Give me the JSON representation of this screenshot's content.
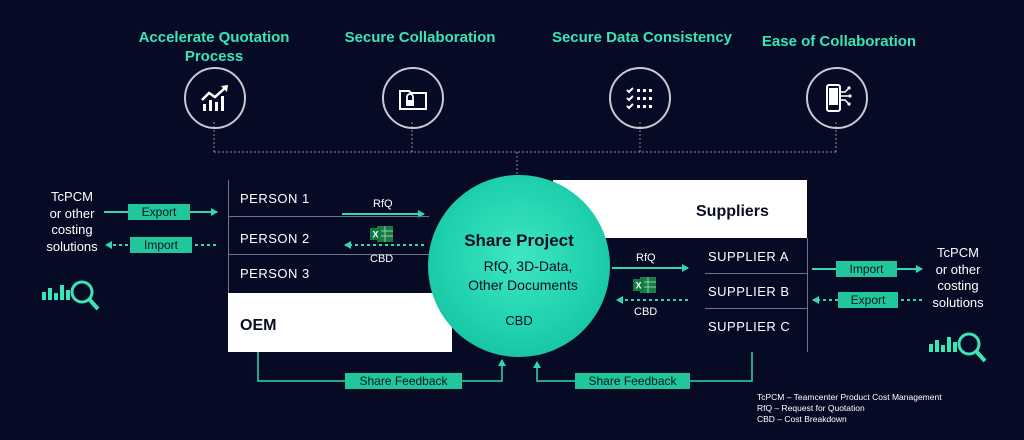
{
  "benefits": [
    {
      "title": "Accelerate Quotation Process",
      "icon": "chart-up-icon"
    },
    {
      "title": "Secure Collaboration",
      "icon": "locked-folder-icon"
    },
    {
      "title": "Secure Data Consistency",
      "icon": "checklist-grid-icon"
    },
    {
      "title": "Ease of Collaboration",
      "icon": "mobile-network-icon"
    }
  ],
  "left_tool": {
    "line1": "TcPCM",
    "line2": "or other",
    "line3": "costing",
    "line4": "solutions"
  },
  "right_tool": {
    "line1": "TcPCM",
    "line2": "or other",
    "line3": "costing",
    "line4": "solutions"
  },
  "left_tags": {
    "export": "Export",
    "import": "Import"
  },
  "right_tags": {
    "import": "Import",
    "export": "Export"
  },
  "oem": {
    "title": "OEM",
    "persons": [
      "PERSON 1",
      "PERSON 2",
      "PERSON 3"
    ]
  },
  "suppliers": {
    "title": "Suppliers",
    "items": [
      "SUPPLIER A",
      "SUPPLIER B",
      "SUPPLIER C"
    ]
  },
  "center": {
    "title": "Share Project",
    "line1": "RfQ, 3D-Data,",
    "line2": "Other Documents",
    "cbd": "CBD"
  },
  "flows": {
    "rfq_left": "RfQ",
    "cbd_left": "CBD",
    "rfq_right": "RfQ",
    "cbd_right": "CBD"
  },
  "feedback": {
    "left": "Share Feedback",
    "right": "Share Feedback"
  },
  "legend": [
    "TcPCM – Teamcenter Product Cost Management",
    "RfQ – Request for Quotation",
    "CBD – Cost Breakdown"
  ],
  "colors": {
    "background": "#070a24",
    "accent": "#39e6b6",
    "tag": "#21c79a",
    "circle": "#1fd1ad",
    "line": "#7f8398"
  }
}
